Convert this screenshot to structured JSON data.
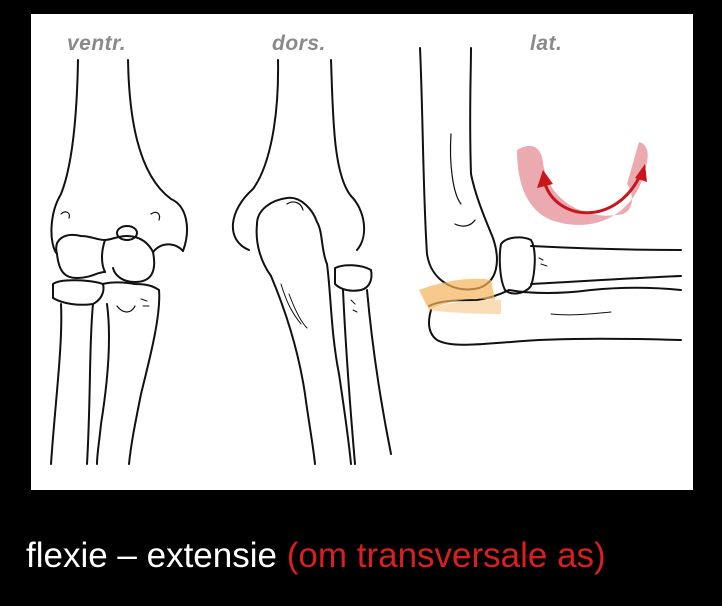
{
  "views": {
    "ventral": "ventr.",
    "dorsal": "dors.",
    "lateral": "lat."
  },
  "caption": {
    "main": "flexie – extensie ",
    "highlight": "(om transversale as)"
  },
  "colors": {
    "background": "#000000",
    "panel": "#ffffff",
    "label_gray": "#8a8a8a",
    "highlight_red": "#d91f1f",
    "cartilage_orange": "#f3b35a",
    "arrow_band": "#e9a1a6"
  },
  "icons": {
    "motion": "curved-double-arrow-icon"
  }
}
